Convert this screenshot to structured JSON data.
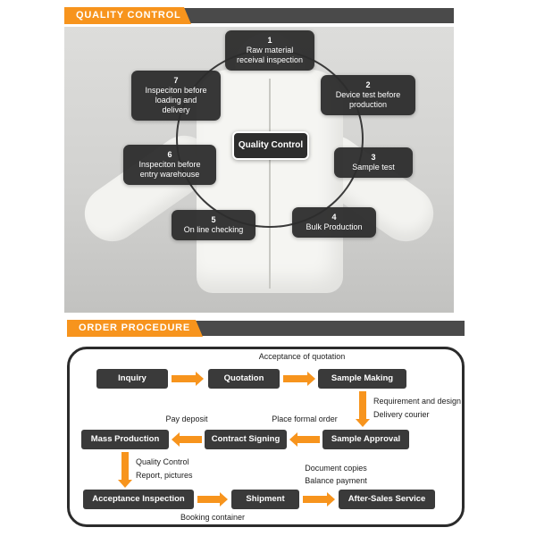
{
  "colors": {
    "accent_orange": "#F7941D",
    "box_dark": "#3A3A3A",
    "header_gray": "#4A4A4A"
  },
  "qc": {
    "header": "QUALITY CONTROL",
    "center_label": "Quality Control",
    "steps": [
      {
        "num": "1",
        "label": "Raw material\nreceival inspection"
      },
      {
        "num": "2",
        "label": "Device test before\nproduction"
      },
      {
        "num": "3",
        "label": "Sample test"
      },
      {
        "num": "4",
        "label": "Bulk Production"
      },
      {
        "num": "5",
        "label": "On line checking"
      },
      {
        "num": "6",
        "label": "Inspeciton before\nentry warehouse"
      },
      {
        "num": "7",
        "label": "Inspeciton before\nloading and\ndelivery"
      }
    ]
  },
  "order": {
    "header": "ORDER PROCEDURE",
    "boxes": {
      "inquiry": "Inquiry",
      "quotation": "Quotation",
      "sample_making": "Sample Making",
      "mass_production": "Mass Production",
      "contract_signing": "Contract Signing",
      "sample_approval": "Sample Approval",
      "acceptance_inspection": "Acceptance Inspection",
      "shipment": "Shipment",
      "after_sales": "After-Sales Service"
    },
    "labels": {
      "acceptance_of_quotation": "Acceptance of quotation",
      "requirement_design": "Requirement and design",
      "delivery_courier": "Delivery courier",
      "pay_deposit": "Pay deposit",
      "place_formal_order": "Place formal order",
      "quality_control": "Quality Control",
      "report_pictures": "Report, pictures",
      "document_copies": "Document copies",
      "balance_payment": "Balance payment",
      "booking_container": "Booking container"
    }
  }
}
